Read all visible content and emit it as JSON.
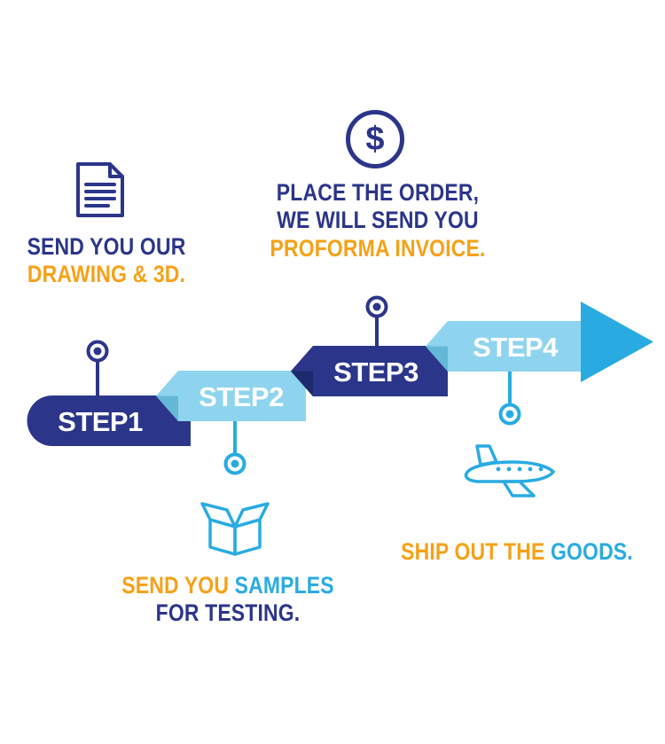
{
  "palette": {
    "navy": "#2b3589",
    "cyan": "#29abe2",
    "light_blue": "#8ed4ee",
    "orange": "#f6a117",
    "background": "#ffffff"
  },
  "steps": [
    {
      "label": "STEP1",
      "icon": "document-icon",
      "caption": {
        "line1": "SEND YOU OUR",
        "line2": "DRAWING & 3D."
      }
    },
    {
      "label": "STEP2",
      "icon": "package-box-icon",
      "caption": {
        "line1_part1": "SEND YOU ",
        "line1_part2": "SAMPLES",
        "line2": "FOR TESTING."
      }
    },
    {
      "label": "STEP3",
      "icon": "dollar-circle-icon",
      "icon_glyph": "$",
      "caption": {
        "line1": "PLACE THE ORDER,",
        "line2": "WE WILL SEND YOU",
        "line3": "PROFORMA INVOICE."
      }
    },
    {
      "label": "STEP4",
      "icon": "airplane-icon",
      "caption": {
        "part1": "SHIP OUT THE ",
        "part2": "GOODS."
      }
    }
  ]
}
